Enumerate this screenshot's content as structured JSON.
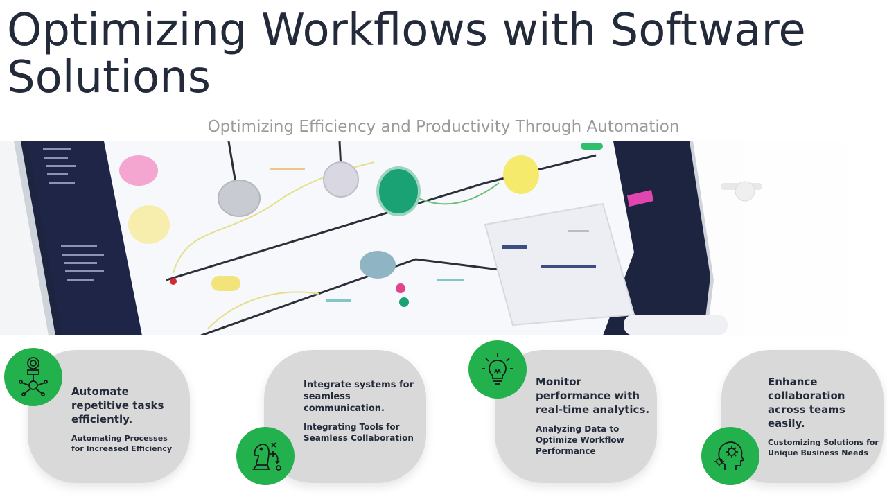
{
  "slide": {
    "title": "Optimizing Workflows with Software Solutions",
    "subtitle": "Optimizing Efficiency and Productivity Through Automation"
  },
  "colors": {
    "title": "#232b3b",
    "subtitle": "#9a9a9a",
    "card_bg": "#d9d9d9",
    "badge_green": "#22b14c"
  },
  "cards": [
    {
      "heading": "Automate repetitive tasks efficiently.",
      "detail": "Automating Processes for Increased Efficiency",
      "icon": "robot-arm-icon"
    },
    {
      "heading": "Integrate systems for seamless communication.",
      "detail": "Integrating Tools for Seamless Collaboration",
      "icon": "chess-strategy-icon"
    },
    {
      "heading": "Monitor performance with real-time analytics.",
      "detail": "Analyzing Data to Optimize Workflow Performance",
      "icon": "lightbulb-icon"
    },
    {
      "heading": "Enhance collaboration across teams easily.",
      "detail": "Customizing Solutions for Unique Business Needs",
      "icon": "head-gears-icon"
    }
  ]
}
